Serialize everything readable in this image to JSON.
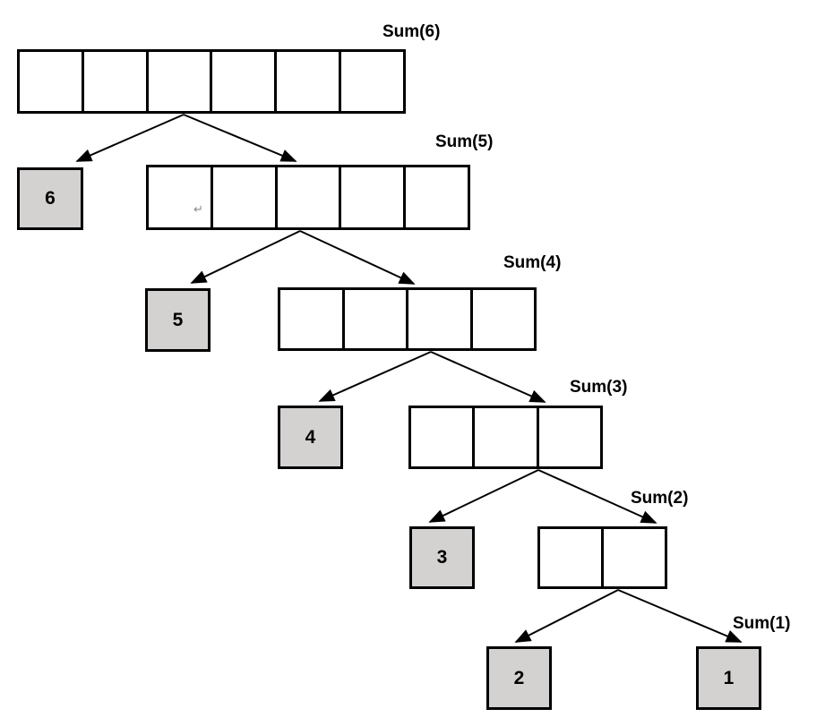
{
  "diagram": {
    "description": "Recursion trace of Sum(n) splitting an n-cell array into element n and Sum(n-1)",
    "colors": {
      "box_fill": "#d4d1d1",
      "line": "#000000",
      "background": "#ffffff",
      "artifact_gray": "#8a8a8a"
    },
    "levels": [
      {
        "label": "Sum(6)",
        "array_cells": 6,
        "split_left": "6"
      },
      {
        "label": "Sum(5)",
        "array_cells": 5,
        "split_left": "5"
      },
      {
        "label": "Sum(4)",
        "array_cells": 4,
        "split_left": "4"
      },
      {
        "label": "Sum(3)",
        "array_cells": 3,
        "split_left": "3"
      },
      {
        "label": "Sum(2)",
        "array_cells": 2,
        "split_left": "2"
      },
      {
        "label": "Sum(1)",
        "array_cells": 1,
        "split_left": "1"
      }
    ],
    "artifacts": {
      "return_mark": "↵"
    }
  }
}
